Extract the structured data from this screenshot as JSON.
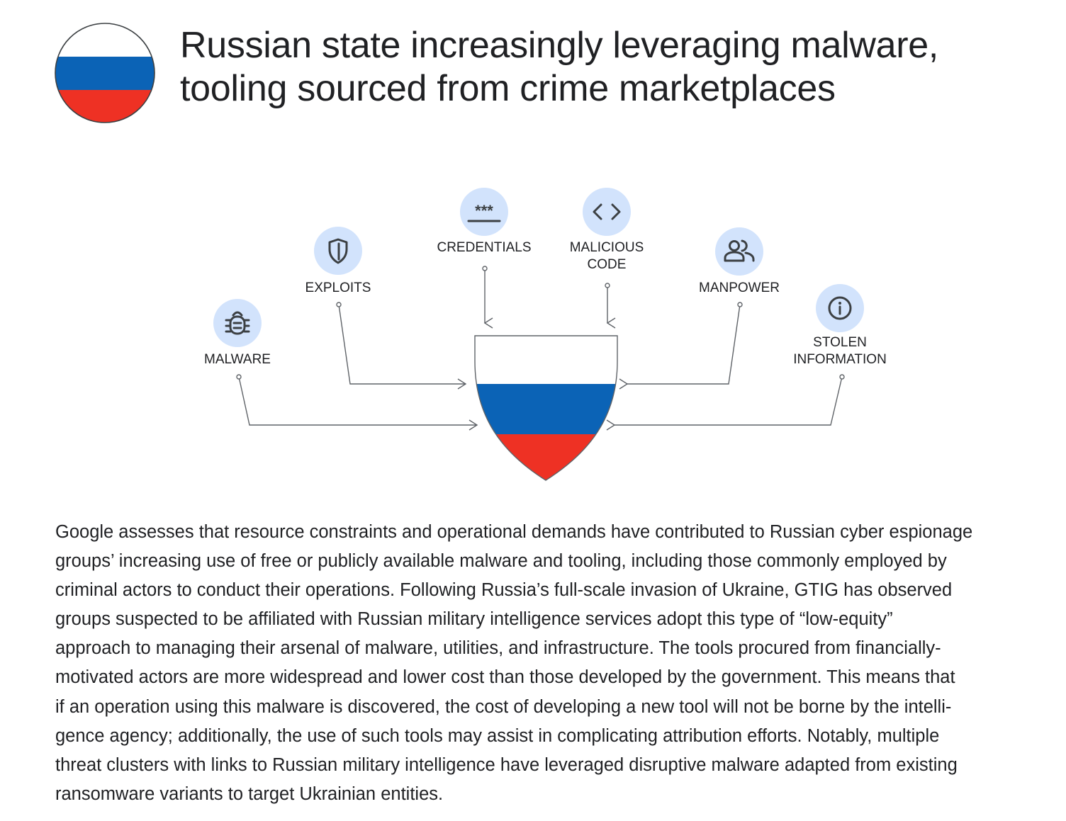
{
  "title": {
    "lines": [
      "Russian state increasingly leveraging malware,",
      "tooling sourced from crime marketplaces"
    ]
  },
  "colors": {
    "flag_white": "#ffffff",
    "flag_blue": "#0b63b6",
    "flag_red": "#ee3124",
    "icon_circle": "#d2e3fc",
    "connector": "#5f6368"
  },
  "nodes": {
    "malware": {
      "label": "MALWARE",
      "icon": "bug-icon"
    },
    "exploits": {
      "label": "EXPLOITS",
      "icon": "shield-icon"
    },
    "credentials": {
      "label": "CREDENTIALS",
      "icon": "password-icon"
    },
    "malicious_code": {
      "label_lines": [
        "MALICIOUS",
        "CODE"
      ],
      "icon": "code-icon"
    },
    "manpower": {
      "label": "MANPOWER",
      "icon": "people-icon"
    },
    "stolen_information": {
      "label_lines": [
        "STOLEN",
        "INFORMATION"
      ],
      "icon": "info-icon"
    }
  },
  "body": {
    "lines": [
      "Google assesses that resource constraints and operational demands have contributed to Russian cyber espionage",
      "groups’ increasing use of free or publicly available malware and tooling, including those commonly employed by",
      "criminal actors to conduct their operations. Following Russia’s full-scale invasion of Ukraine, GTIG has observed",
      "groups suspected to be affiliated with Russian military intelligence services adopt this type of “low-equity”",
      "approach to managing their arsenal of malware, utilities, and infrastructure. The tools procured from financially-",
      "motivated actors are more widespread and lower cost than those developed by the government. This means that",
      "if an operation using this malware is discovered, the cost of developing a new tool will not be borne by the intelli-",
      "gence agency; additionally, the use of such tools may assist in complicating attribution efforts. Notably, multiple",
      "threat clusters with links to Russian military intelligence have leveraged disruptive malware adapted from existing",
      "ransomware variants to target Ukrainian entities."
    ]
  }
}
